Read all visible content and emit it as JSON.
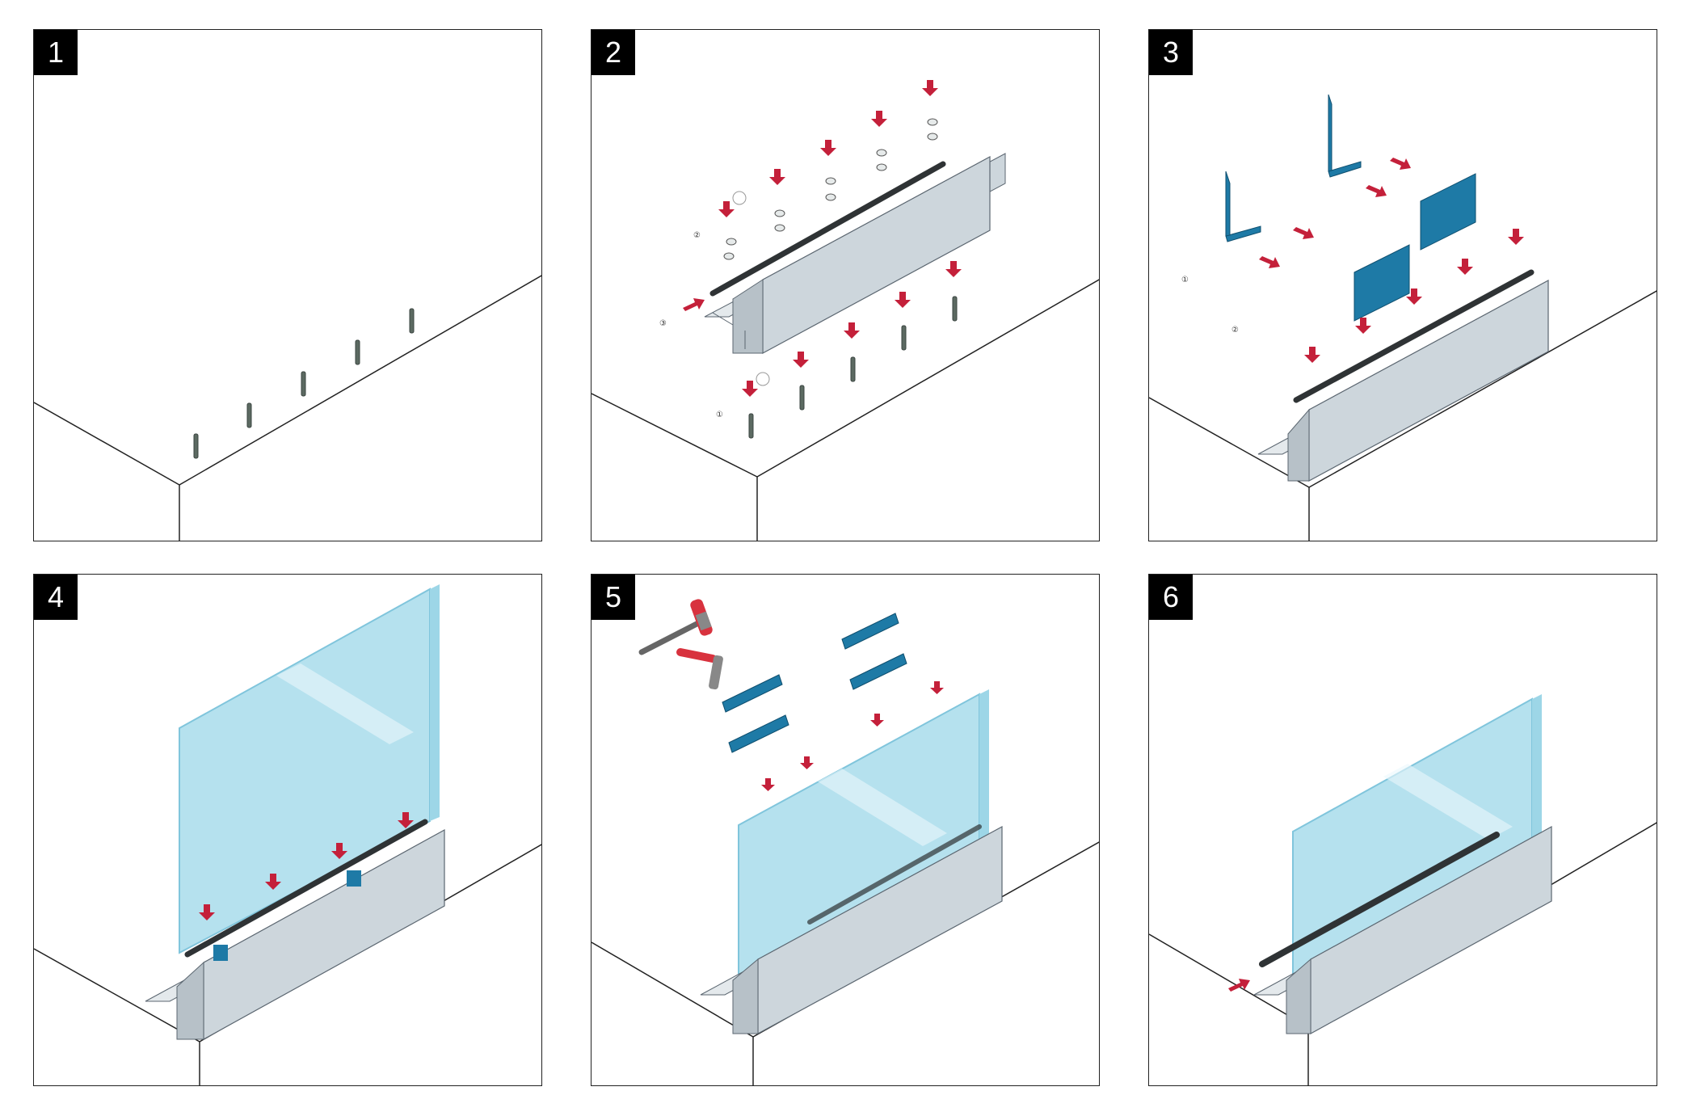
{
  "panels": [
    {
      "step": "1"
    },
    {
      "step": "2",
      "labels": [
        "②",
        "③",
        "①"
      ]
    },
    {
      "step": "3",
      "labels": [
        "①",
        "②"
      ]
    },
    {
      "step": "4"
    },
    {
      "step": "5"
    },
    {
      "step": "6"
    }
  ],
  "colors": {
    "profile": "#cdd6dc",
    "profile_edge": "#5b6670",
    "gasket": "#2f3335",
    "wedge": "#1e7aa6",
    "glass": "#a9dcec",
    "arrow": "#c4203a",
    "bolt": "#5c6a62",
    "hammer_head": "#d8323e"
  },
  "icons": [
    "arrow-down-icon",
    "arrow-right-icon",
    "bolt-icon",
    "washer-icon",
    "hammer-icon"
  ]
}
